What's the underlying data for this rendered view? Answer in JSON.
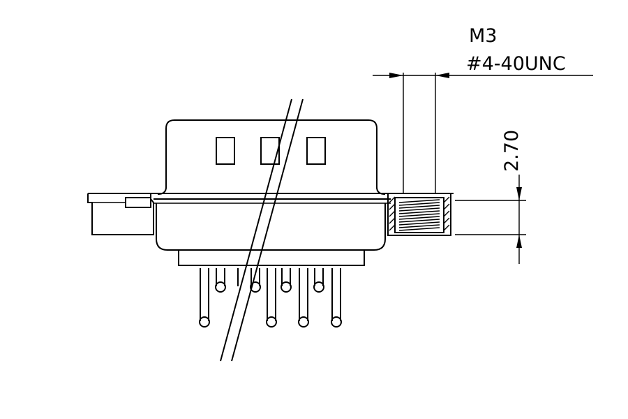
{
  "annotations": {
    "thread_metric": "M3",
    "thread_unc": "#4-40UNC",
    "depth_dimension": "2.70"
  },
  "colors": {
    "ink": "#000000",
    "background": "#ffffff"
  }
}
